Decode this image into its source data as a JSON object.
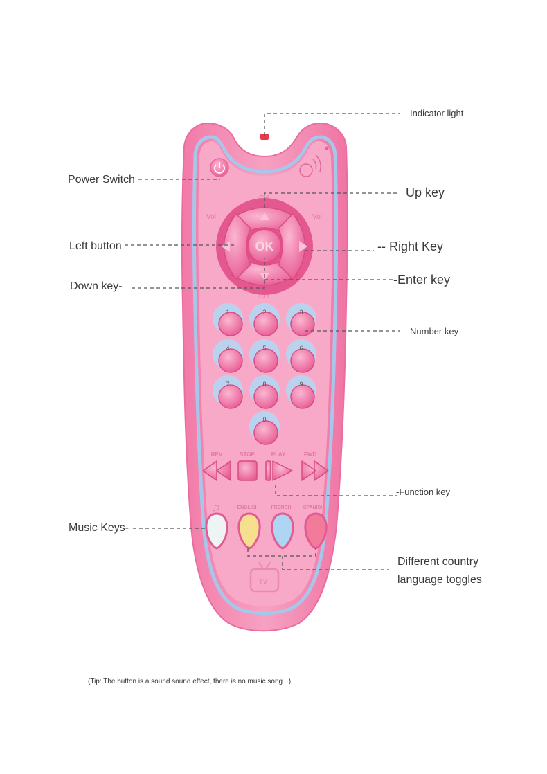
{
  "remote": {
    "indicator": "Indicator light",
    "power_switch": "Power Switch",
    "up_key": "Up key",
    "left_button": "Left button",
    "right_key": "-- Right Key",
    "down_key": "Down key-",
    "enter_key": "-Enter key",
    "number_key": "Number key",
    "function_key": "-Function key",
    "music_keys": "Music Keys-",
    "language_line1": "Different country",
    "language_line2": "language toggles"
  },
  "device": {
    "ch_top": "CH",
    "ch_bottom": "CH",
    "vol_left": "Vol",
    "vol_right": "Vol",
    "ok": "OK",
    "digits": [
      "1",
      "2",
      "3",
      "4",
      "5",
      "6",
      "7",
      "8",
      "9",
      "0"
    ],
    "func_labels": [
      "REV",
      "STOP",
      "PLAY",
      "FWD"
    ],
    "lang_labels": [
      "ENGLISH",
      "FRENCH",
      "SPANISH"
    ],
    "tv_label": "TV",
    "music_note": "♫"
  },
  "tip": "(Tip: The button is a sound sound effect, there is no music song ~)",
  "colors": {
    "body_pink": "#f28bb4",
    "face_pink": "#f7a6c6",
    "key_pink": "#ee6fa3",
    "rim_blue": "#a7c7ea",
    "ivory_key": "#eef3f4",
    "yellow_key": "#f6df8e",
    "blue_key": "#aed5f2",
    "red_key": "#f27a9a"
  }
}
